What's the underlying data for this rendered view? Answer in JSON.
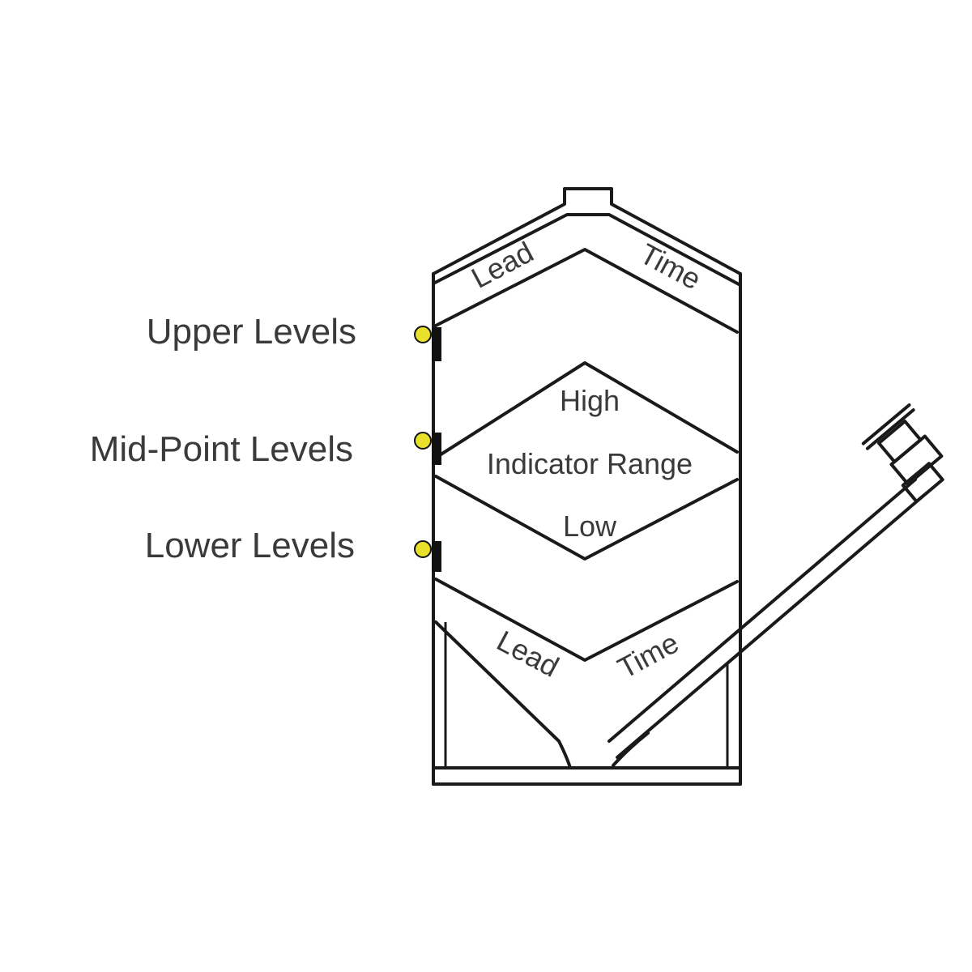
{
  "labels": {
    "upper_levels": "Upper Levels",
    "mid_point_levels": "Mid-Point Levels",
    "lower_levels": "Lower Levels",
    "top_lead": "Lead",
    "top_time": "Time",
    "high": "High",
    "indicator_range": "Indicator Range",
    "low": "Low",
    "bottom_lead": "Lead",
    "bottom_time": "Time"
  },
  "colors": {
    "sensor_light": "#e8e02a",
    "sensor_body": "#111111",
    "outline": "#1a1a1a",
    "text": "#3a3a3a"
  }
}
